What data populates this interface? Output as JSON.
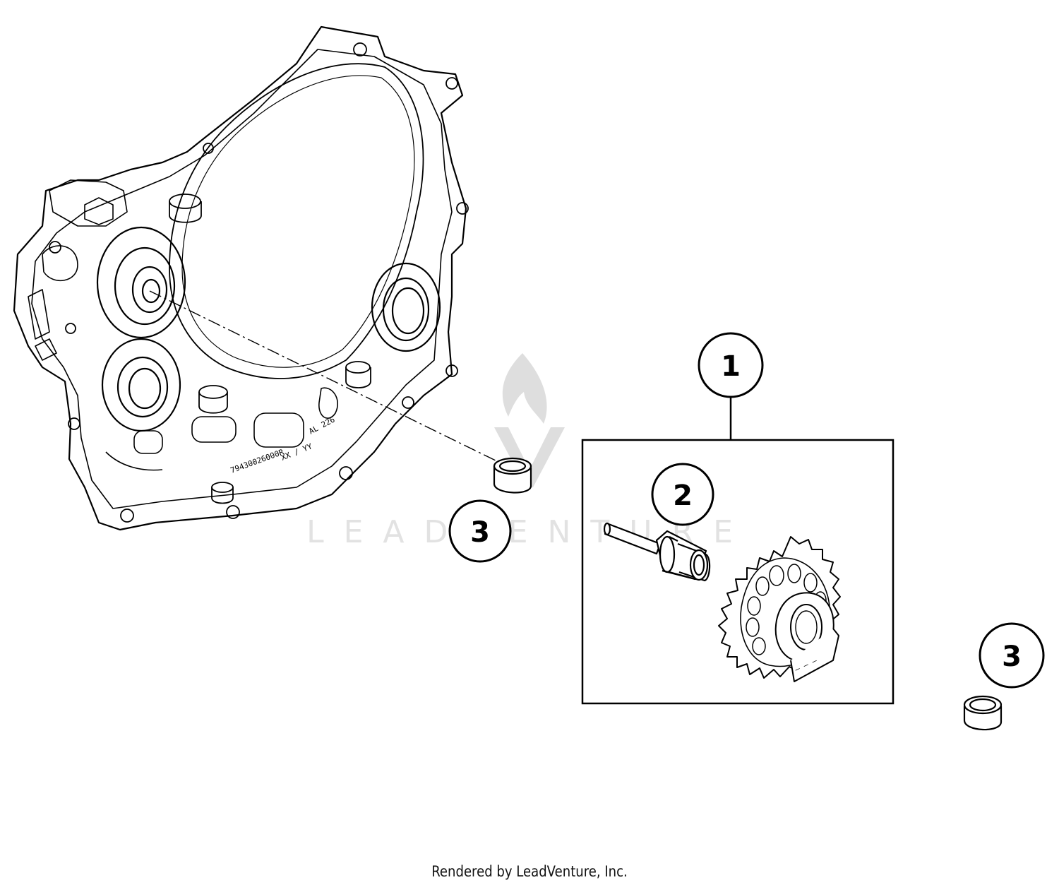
{
  "callouts": [
    {
      "id": "c1",
      "label": "1"
    },
    {
      "id": "c2",
      "label": "2"
    },
    {
      "id": "c3a",
      "label": "3"
    },
    {
      "id": "c3b",
      "label": "3"
    }
  ],
  "cover_stamps": {
    "alloy": "AL 226",
    "part_number": "79430026000R",
    "date_code": "XX / YY"
  },
  "watermark": {
    "text": "LEADVENTURE"
  },
  "footer": {
    "credit": "Rendered by LeadVenture, Inc."
  },
  "colors": {
    "line": "#000000",
    "watermark": "#dcdcdc",
    "background": "#ffffff"
  },
  "icons": [
    "leadventure-flame-logo"
  ]
}
